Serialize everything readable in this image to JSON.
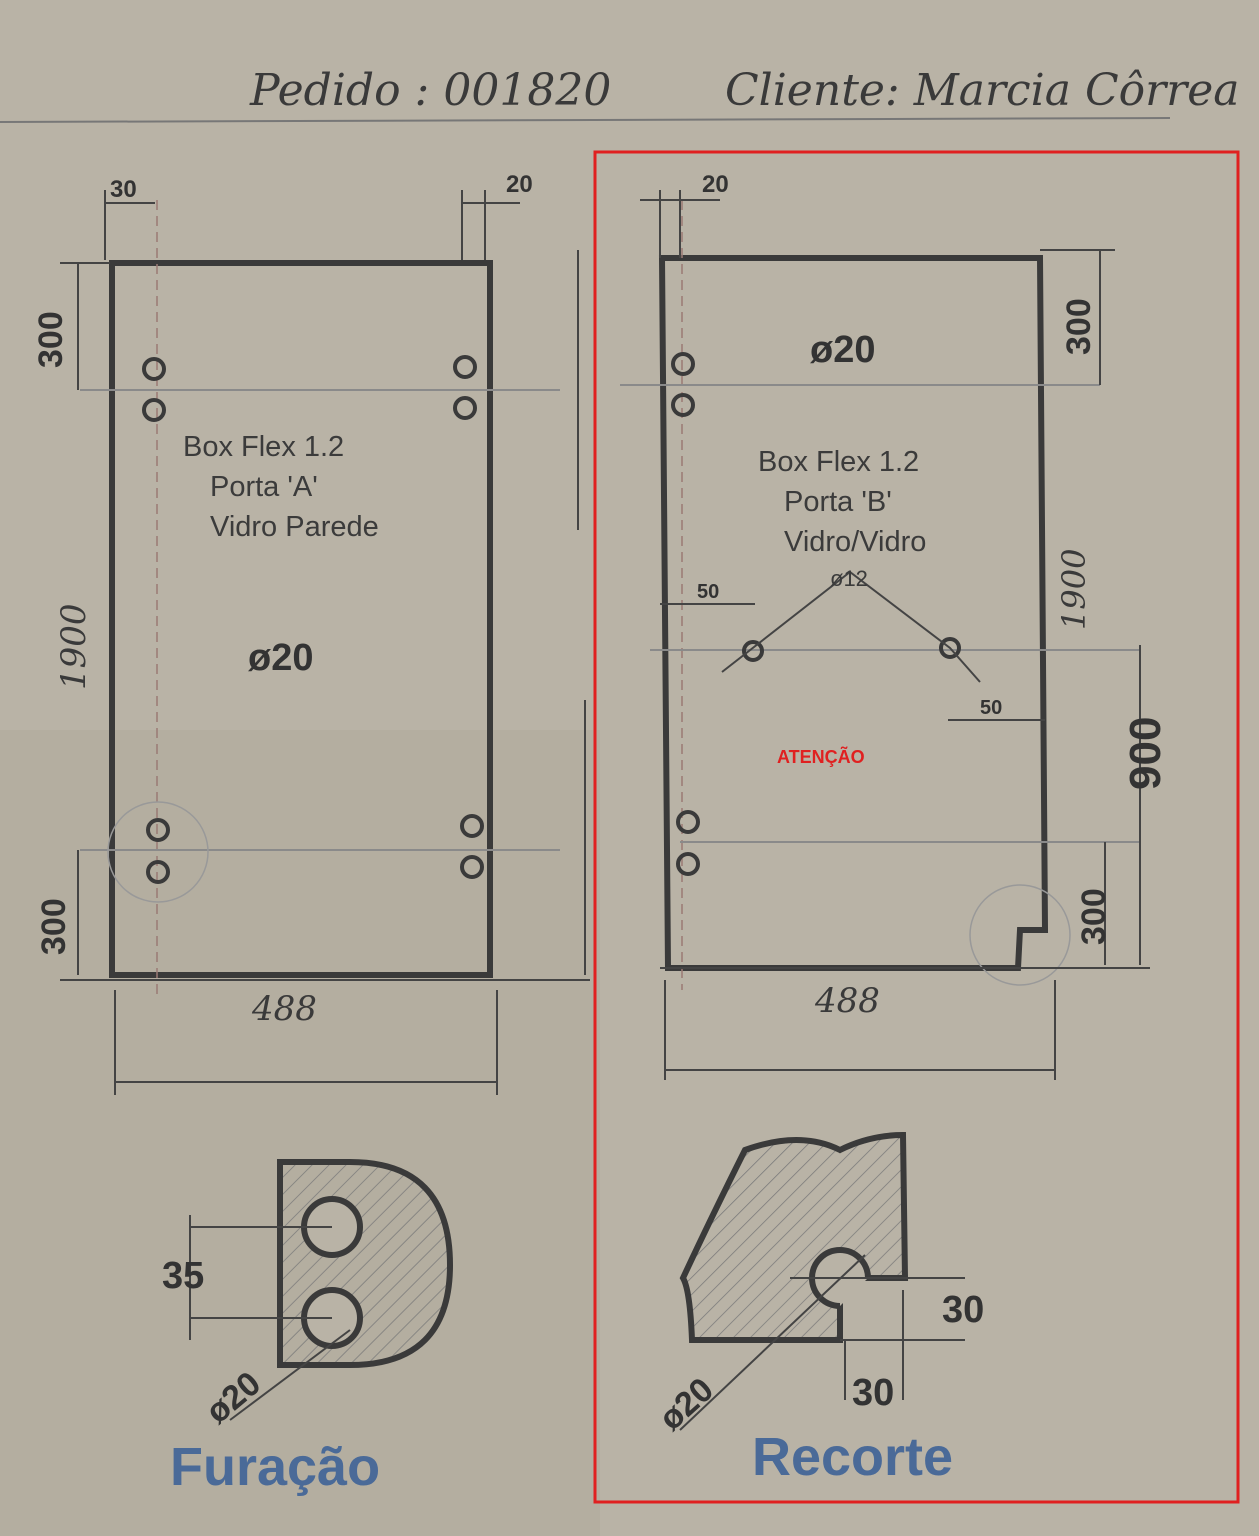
{
  "header": {
    "order": "Pedido : 001820",
    "client": "Cliente: Marcia Côrrea"
  },
  "door_a": {
    "model": "Box Flex 1.2",
    "door": "Porta 'A'",
    "type": "Vidro Parede",
    "hole_diameter": "ø20",
    "dim_top_offset": "30",
    "dim_right_offset": "20",
    "dim_top": "300",
    "dim_bottom": "300",
    "dim_height": "1900",
    "dim_width": "488"
  },
  "door_b": {
    "model": "Box Flex 1.2",
    "door": "Porta 'B'",
    "type": "Vidro/Vidro",
    "hole_diameter": "ø20",
    "dim_left_offset": "20",
    "dim_top": "300",
    "dim_bottom": "300",
    "dim_height": "1900",
    "dim_width": "488",
    "small_hole": "ø12",
    "dim_hole_left": "50",
    "dim_hole_right": "50",
    "dim_900": "900",
    "warning": "ATENÇÃO"
  },
  "furacao": {
    "title": "Furação",
    "spacing": "35",
    "diameter": "ø20"
  },
  "recorte": {
    "title": "Recorte",
    "dim_h": "30",
    "dim_v": "30",
    "diameter": "ø20"
  },
  "colors": {
    "paper": "#b9b3a6",
    "line": "#3a3a3a",
    "title": "#4a6a98",
    "highlight": "#e02020"
  }
}
